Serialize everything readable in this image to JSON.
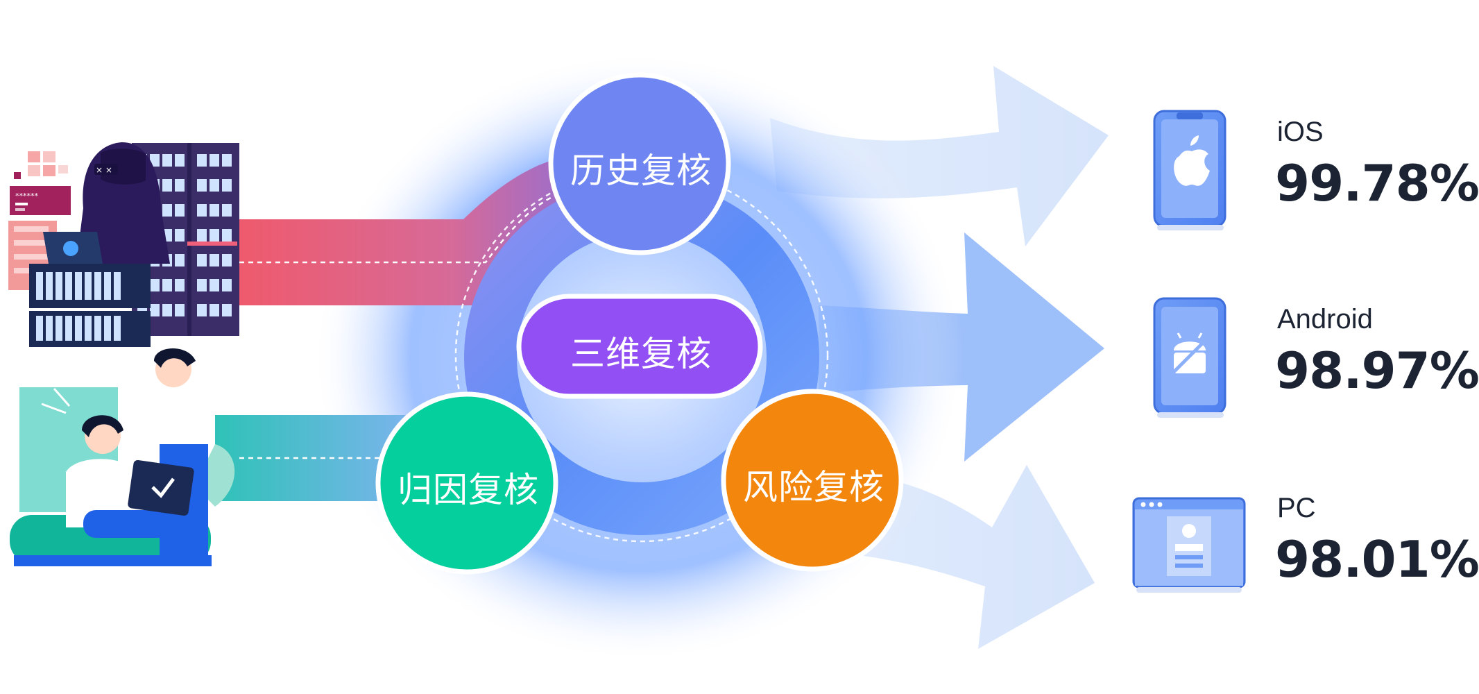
{
  "nodes": {
    "history_review": "历史复核",
    "three_dim_review": "三维复核",
    "attribution_review": "归因复核",
    "risk_review": "风险复核"
  },
  "platforms": [
    {
      "name": "iOS",
      "value": "99.78%",
      "icon": "apple-phone-icon"
    },
    {
      "name": "Android",
      "value": "98.97%",
      "icon": "android-phone-icon"
    },
    {
      "name": "PC",
      "value": "98.01%",
      "icon": "pc-browser-icon"
    }
  ],
  "illustrations": {
    "hacker_password_text": "******"
  },
  "colors": {
    "history": "#6f86f2",
    "three_dim": "#9250f4",
    "attribution": "#05cf9c",
    "risk": "#f3860d",
    "ring": "#5a8df8",
    "attack_band": "#ee5d73",
    "normal_band": "#3cc5c6",
    "text_dark": "#1c2433"
  }
}
